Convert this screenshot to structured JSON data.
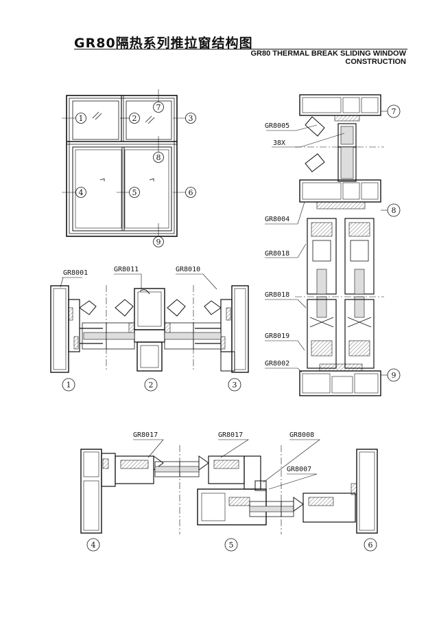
{
  "title": {
    "chinese": "GR80隔热系列推拉窗结构图",
    "english": "GR80 THERMAL BREAK SLIDING WINDOW CONSTRUCTION"
  },
  "elevation_callouts": [
    "1",
    "2",
    "3",
    "4",
    "5",
    "6",
    "7",
    "8",
    "9"
  ],
  "section_numbers": {
    "s1": "1",
    "s2": "2",
    "s3": "3",
    "s4": "4",
    "s5": "5",
    "s6": "6",
    "s7": "7",
    "s8": "8",
    "s9": "9"
  },
  "profile_labels": {
    "gr8001": "GR8001",
    "gr8011": "GR8011",
    "gr8010": "GR8010",
    "gr8005": "GR8005",
    "x38": "38X",
    "gr8004": "GR8004",
    "gr8018a": "GR8018",
    "gr8018b": "GR8018",
    "gr8019": "GR8019",
    "gr8002": "GR8002",
    "gr8017a": "GR8017",
    "gr8017b": "GR8017",
    "gr8008": "GR8008",
    "gr8007": "GR8007"
  }
}
